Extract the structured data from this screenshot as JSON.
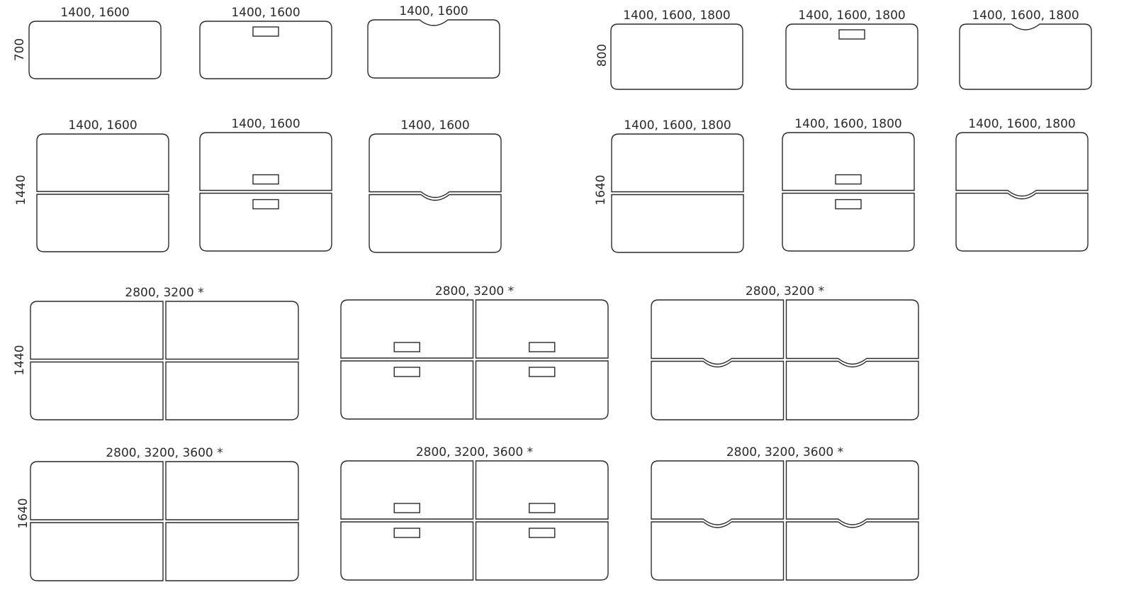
{
  "colors": {
    "stroke": "#2a2a2a",
    "background": "#ffffff"
  },
  "groups": [
    {
      "depth": "700",
      "desks": [
        {
          "widths": "1400, 1600",
          "style": "plain"
        },
        {
          "widths": "1400, 1600",
          "style": "cable-box"
        },
        {
          "widths": "1400, 1600",
          "style": "notch"
        }
      ]
    },
    {
      "depth": "800",
      "desks": [
        {
          "widths": "1400, 1600, 1800",
          "style": "plain"
        },
        {
          "widths": "1400, 1600, 1800",
          "style": "cable-box"
        },
        {
          "widths": "1400, 1600, 1800",
          "style": "notch"
        }
      ]
    },
    {
      "depth": "1440",
      "desks": [
        {
          "widths": "1400, 1600",
          "style": "plain"
        },
        {
          "widths": "1400, 1600",
          "style": "cable-box"
        },
        {
          "widths": "1400, 1600",
          "style": "notch"
        }
      ]
    },
    {
      "depth": "1640",
      "desks": [
        {
          "widths": "1400, 1600, 1800",
          "style": "plain"
        },
        {
          "widths": "1400, 1600, 1800",
          "style": "cable-box"
        },
        {
          "widths": "1400, 1600, 1800",
          "style": "notch"
        }
      ]
    },
    {
      "depth": "1440",
      "desks": [
        {
          "widths": "2800, 3200 *",
          "style": "plain"
        },
        {
          "widths": "2800, 3200 *",
          "style": "cable-box"
        },
        {
          "widths": "2800, 3200 *",
          "style": "notch"
        }
      ]
    },
    {
      "depth": "1640",
      "desks": [
        {
          "widths": "2800, 3200, 3600 *",
          "style": "plain"
        },
        {
          "widths": "2800, 3200, 3600 *",
          "style": "cable-box"
        },
        {
          "widths": "2800, 3200, 3600 *",
          "style": "notch"
        }
      ]
    }
  ]
}
